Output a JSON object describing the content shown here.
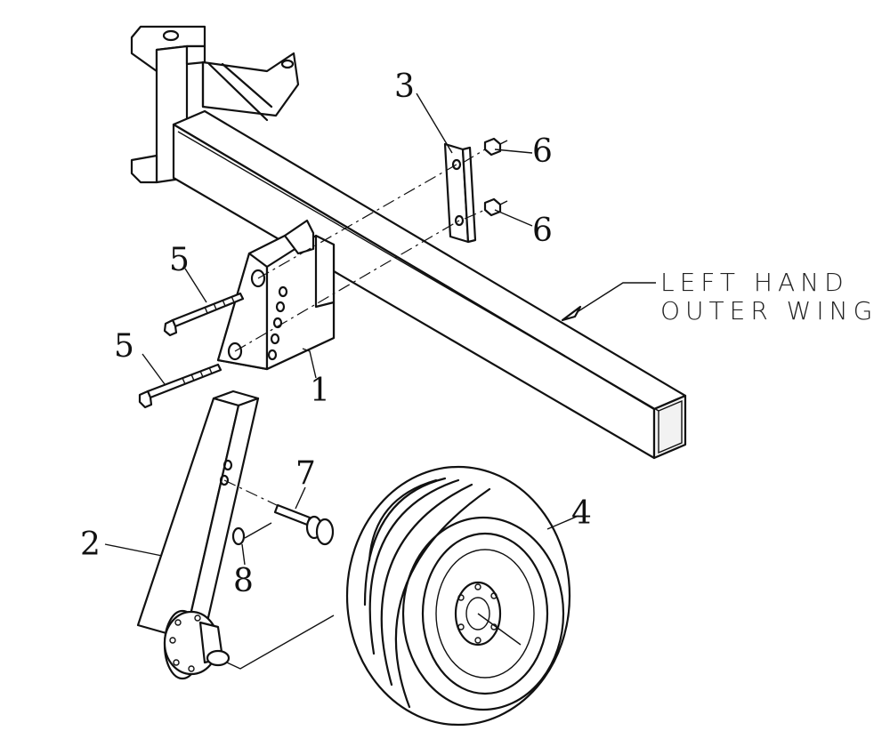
{
  "diagram": {
    "callouts": {
      "c1": "1",
      "c2": "2",
      "c3": "3",
      "c4": "4",
      "c5a": "5",
      "c5b": "5",
      "c6a": "6",
      "c6b": "6",
      "c7": "7",
      "c8": "8"
    },
    "wing_label": {
      "line1": "LEFT HAND",
      "line2": "OUTER WING"
    }
  }
}
